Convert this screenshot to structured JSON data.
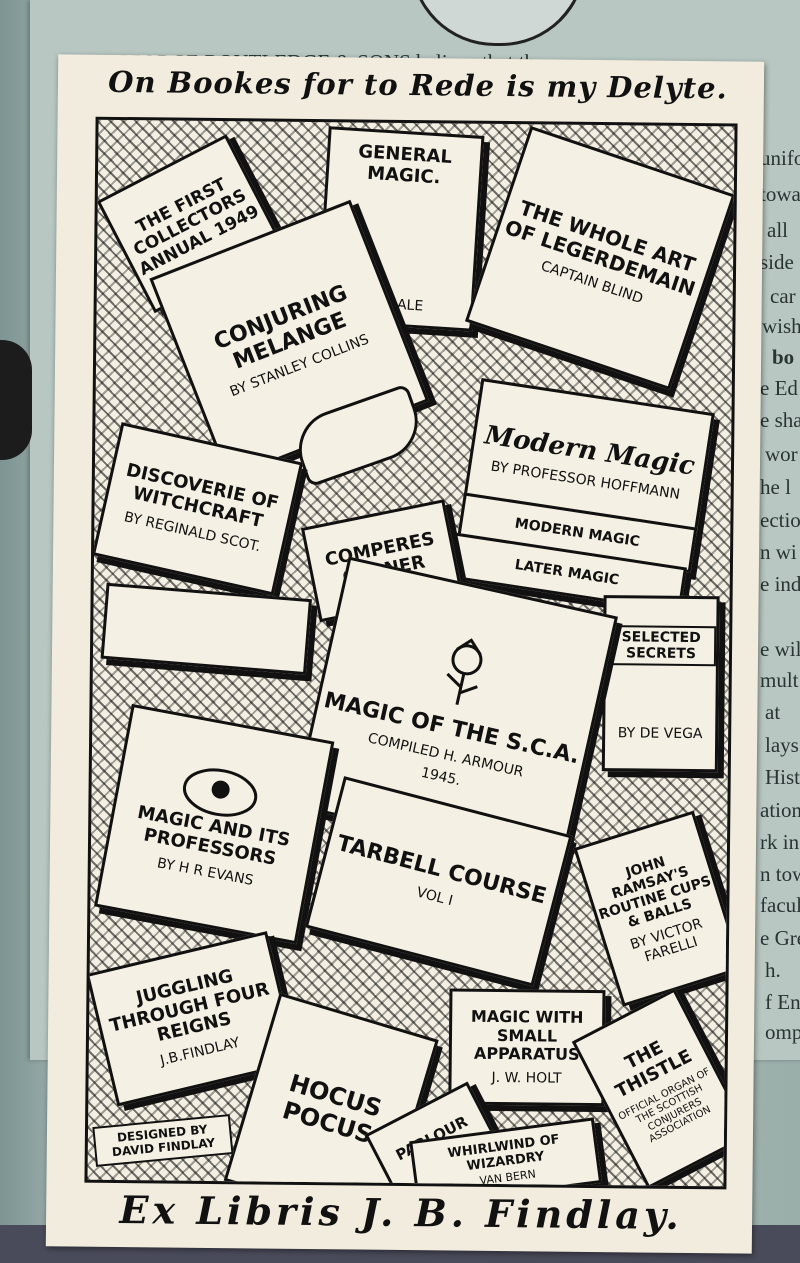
{
  "background_page": {
    "fragments": [
      "M GEORGE ROUTLEDGE & SONS believe that th",
      "unifo",
      "towa",
      "all",
      "side",
      "car",
      "wish",
      "bo",
      "e Ed",
      "e sha",
      "wor",
      "he l",
      "ectio",
      "n wi",
      "e ind",
      "e wil",
      "mult",
      "at ",
      "lays",
      "Histo",
      "ation",
      "rk in",
      "n tow",
      "facul",
      "e Gre",
      "h.",
      "f Eng",
      "ompa"
    ]
  },
  "bookplate": {
    "motto": "On Bookes for to Rede is my Delyte.",
    "owner": "Ex Libris J. B. Findlay.",
    "credit_line1": "DESIGNED BY",
    "credit_line2": "DAVID FINDLAY",
    "books": {
      "collectors_annual": {
        "title": "THE FIRST COLLECTORS ANNUAL 1949"
      },
      "general_magic": {
        "title": "GENERAL MAGIC.",
        "author": "W DALE"
      },
      "conjuring_melange": {
        "title": "CONJURING MELANGE",
        "author": "BY STANLEY COLLINS"
      },
      "legerdemain": {
        "title": "THE WHOLE ART OF LEGERDEMAIN",
        "author": "CAPTAIN BLIND"
      },
      "witchcraft": {
        "title": "DISCOVERIE OF WITCHCRAFT",
        "author": "BY REGINALD SCOT."
      },
      "modern_magic": {
        "title": "Modern Magic",
        "author": "BY PROFESSOR HOFFMANN"
      },
      "more_magic": {
        "title": "MODERN MAGIC"
      },
      "later_magic": {
        "title": "LATER MAGIC"
      },
      "comperes_corner": {
        "title": "COMPERES CORNER"
      },
      "selected_secrets": {
        "title": "SELECTED SECRETS",
        "author": "BY DE VEGA"
      },
      "magic_sca": {
        "title": "MAGIC OF THE S.C.A.",
        "author": "COMPILED H. ARMOUR",
        "year": "1945."
      },
      "magic_professors": {
        "title": "MAGIC AND ITS PROFESSORS",
        "author": "BY H R EVANS"
      },
      "tarbell": {
        "title": "TARBELL COURSE",
        "volume": "VOL I"
      },
      "cups_balls": {
        "title": "JOHN RAMSAY'S ROUTINE CUPS & BALLS",
        "author": "BY VICTOR FARELLI"
      },
      "juggling": {
        "title": "JUGGLING THROUGH FOUR REIGNS",
        "author": "J.B.FINDLAY"
      },
      "hocus_pocus": {
        "title": "HOCUS POCUS"
      },
      "small_apparatus": {
        "title": "MAGIC WITH SMALL APPARATUS",
        "author": "J. W. HOLT"
      },
      "thistle": {
        "title": "THE THISTLE",
        "subtitle": "OFFICIAL ORGAN OF THE SCOTTISH CONJURERS ASSOCIATION"
      },
      "parlour_magic": {
        "title": "PARLOUR MAGIC"
      },
      "whirlwind": {
        "title": "WHIRLWIND OF WIZARDRY",
        "author": "VAN BERN"
      }
    }
  }
}
